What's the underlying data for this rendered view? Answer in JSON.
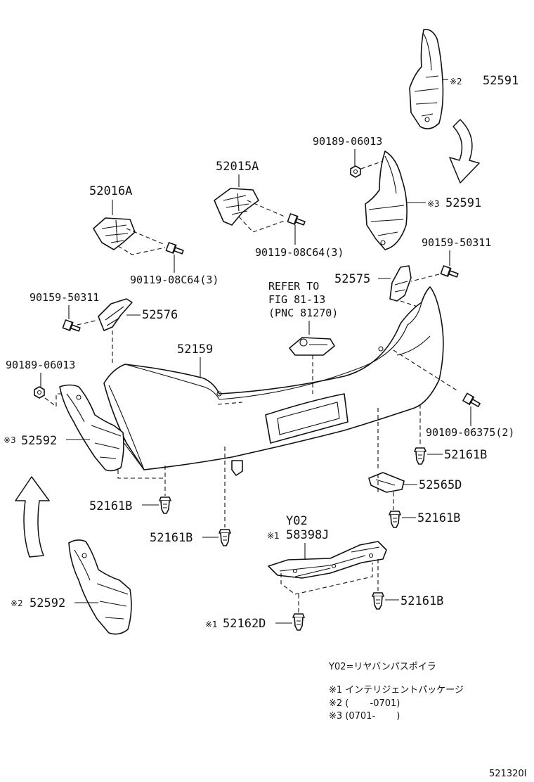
{
  "labels": {
    "p52591_top": "52591",
    "p52591_mid": "52591",
    "mark2": "※2",
    "mark3": "※3",
    "mark1": "※1",
    "p90189_top": "90189-06013",
    "p90189_left": "90189-06013",
    "p52015A": "52015A",
    "p52016A": "52016A",
    "p90119_right": "90119-08C64(3)",
    "p90119_left": "90119-08C64(3)",
    "p90159_right": "90159-50311",
    "p90159_left": "90159-50311",
    "p52575": "52575",
    "p52576": "52576",
    "refer_line1": "REFER TO",
    "refer_line2": "FIG 81-13",
    "refer_line3": "(PNC 81270)",
    "p52159": "52159",
    "p90109": "90109-06375(2)",
    "p52592_top": "52592",
    "p52592_bottom": "52592",
    "p52161B_1": "52161B",
    "p52161B_2": "52161B",
    "p52161B_3": "52161B",
    "p52161B_4": "52161B",
    "p52161B_5": "52161B",
    "p52565D": "52565D",
    "pY02": "Y02",
    "p58398J": "58398J",
    "p52162D": "52162D"
  },
  "notes": {
    "y02": "Y02=リヤバンパスポイラ",
    "n1": "※1 インテリジェントパッケージ",
    "n2": "※2 (　　 -0701)",
    "n3": "※3 (0701-　　 )"
  },
  "figure_id": "521320I",
  "icons": [
    "curved-arrow-icon",
    "bolt-icon",
    "clip-icon",
    "nut-icon"
  ]
}
